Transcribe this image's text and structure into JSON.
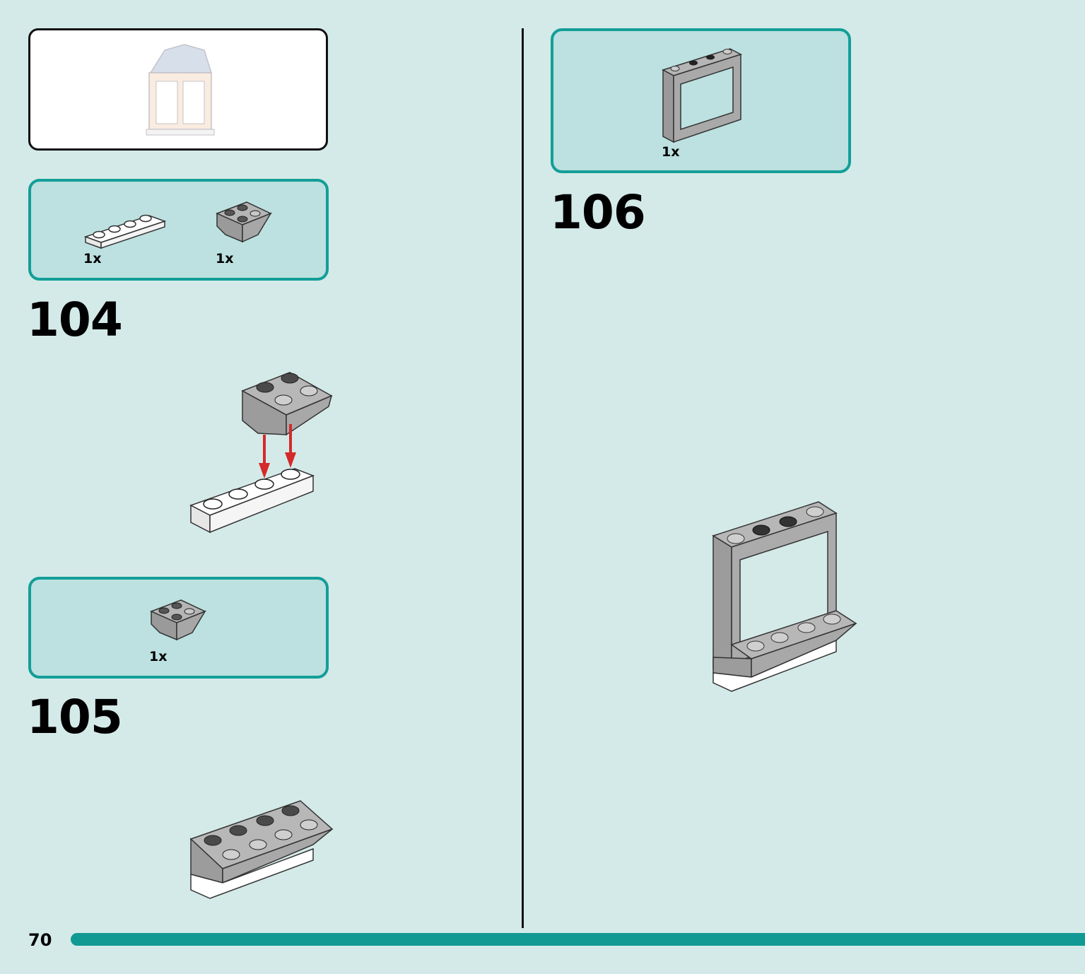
{
  "preview": {
    "icon": "window-assembly-preview-icon"
  },
  "steps": [
    {
      "number": "104",
      "parts": [
        {
          "qty": "1x",
          "icon": "white-plate-1x4-icon"
        },
        {
          "qty": "1x",
          "icon": "grey-inverted-slope-2x2-icon"
        }
      ]
    },
    {
      "number": "105",
      "parts": [
        {
          "qty": "1x",
          "icon": "grey-inverted-slope-2x2-icon"
        }
      ]
    },
    {
      "number": "106",
      "parts": [
        {
          "qty": "1x",
          "icon": "grey-window-frame-icon"
        }
      ]
    }
  ],
  "footer": {
    "page_number": "70"
  },
  "colors": {
    "background": "#d4eae8",
    "parts_box_fill": "#bce1e0",
    "parts_box_border": "#139e98",
    "progress_bar": "#109a93",
    "arrow": "#d42a2a",
    "brick_grey": "#a9a9a9",
    "brick_white": "#ffffff"
  }
}
